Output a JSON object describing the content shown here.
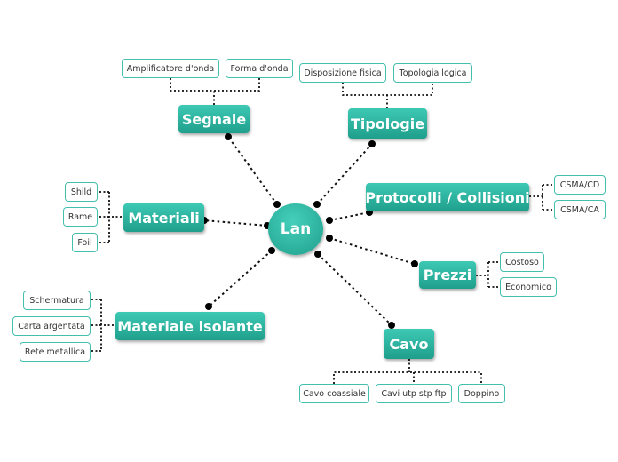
{
  "center": {
    "label": "Lan"
  },
  "topics": {
    "segnale": {
      "label": "Segnale",
      "children": [
        "Amplificatore d'onda",
        "Forma d'onda"
      ]
    },
    "tipologie": {
      "label": "Tipologie",
      "children": [
        "Disposizione fisica",
        "Topologia logica"
      ]
    },
    "protocolli": {
      "label": "Protocolli / Collisioni",
      "children": [
        "CSMA/CD",
        "CSMA/CA"
      ]
    },
    "prezzi": {
      "label": "Prezzi",
      "children": [
        "Costoso",
        "Economico"
      ]
    },
    "cavo": {
      "label": "Cavo",
      "children": [
        "Cavo coassiale",
        "Cavi utp stp ftp",
        "Doppino"
      ]
    },
    "materiale_isolante": {
      "label": "Materiale isolante",
      "children": [
        "Schermatura",
        "Carta argentata",
        "Rete metallica"
      ]
    },
    "materiali": {
      "label": "Materiali",
      "children": [
        "Shild",
        "Rame",
        "Foil"
      ]
    }
  },
  "colors": {
    "topic": "#2fb5a0",
    "leaf_border": "#44bfae",
    "connector": "#111111"
  }
}
